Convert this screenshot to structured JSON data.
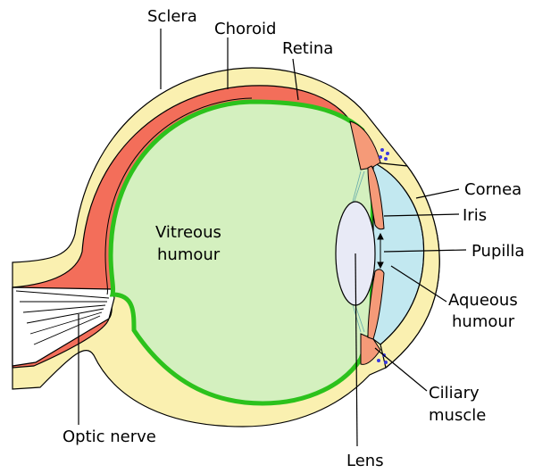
{
  "labels": {
    "sclera": "Sclera",
    "choroid": "Choroid",
    "retina": "Retina",
    "cornea": "Cornea",
    "iris": "Iris",
    "pupilla": "Pupilla",
    "aqueous_line1": "Aqueous",
    "aqueous_line2": "humour",
    "vitreous_line1": "Vitreous",
    "vitreous_line2": "humour",
    "ciliary_line1": "Ciliary",
    "ciliary_line2": "muscle",
    "optic_nerve": "Optic nerve",
    "lens": "Lens"
  },
  "colors": {
    "sclera": "#faf0b0",
    "choroid": "#f36e5a",
    "retina": "#2cc21c",
    "vitreous": "#d4f0bf",
    "aqueous": "#c2e8f0",
    "lens": "#e8eaf6",
    "iris": "#f59a78",
    "ciliary_dots": "#3a3ae0"
  }
}
